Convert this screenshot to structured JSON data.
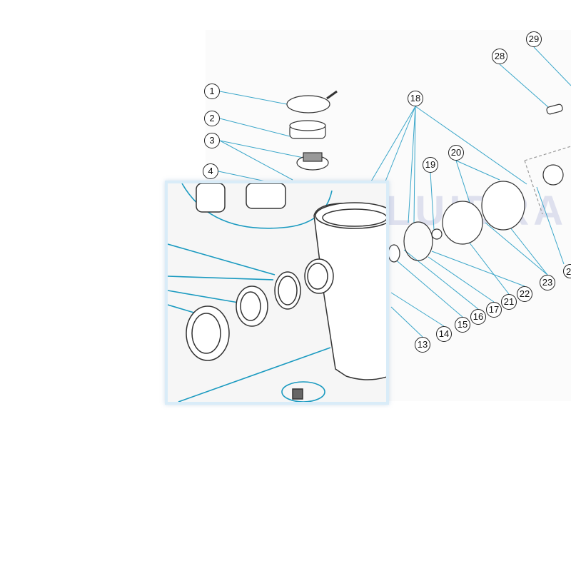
{
  "diagram": {
    "watermark": "LUIDRA",
    "callouts": [
      "1",
      "2",
      "3",
      "4",
      "13",
      "14",
      "15",
      "16",
      "17",
      "18",
      "19",
      "20",
      "21",
      "22",
      "23",
      "28",
      "29",
      "2"
    ],
    "colors": {
      "leader": "#3aa6c9",
      "magnifier_border": "#d9ecf8",
      "outline": "#222222"
    }
  }
}
